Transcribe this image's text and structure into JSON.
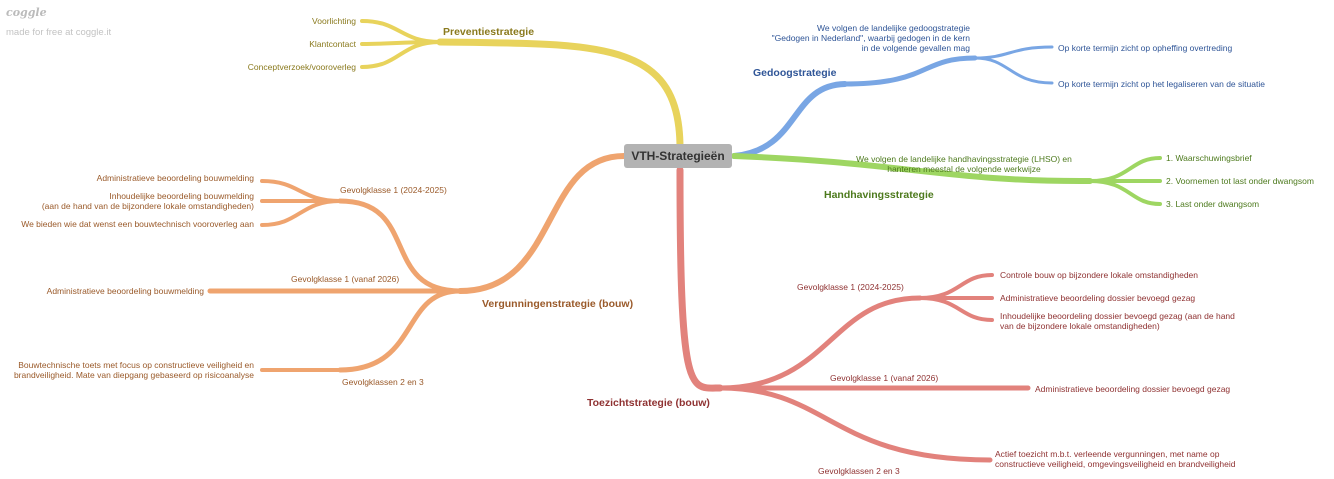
{
  "brand": {
    "logo": "coggle",
    "tagline": "made for free at coggle.it"
  },
  "center": {
    "label": "VTH-Strategieën"
  },
  "colors": {
    "prevention": "#e8d35c",
    "tolerance": "#79a6e4",
    "enforcement": "#9ed662",
    "permits": "#efa46f",
    "supervision": "#e2827c"
  },
  "prevention": {
    "title": "Preventiestrategie",
    "items": [
      "Voorlichting",
      "Klantcontact",
      "Conceptverzoek/vooroverleg"
    ]
  },
  "tolerance": {
    "title": "Gedoogstrategie",
    "note": [
      "We volgen de landelijke gedoogstrategie",
      "\"Gedogen in Nederland\", waarbij gedogen in de kern",
      "in de volgende gevallen mag"
    ],
    "items": [
      "Op korte termijn zicht op opheffing overtreding",
      "Op korte termijn zicht op het legaliseren van de situatie"
    ]
  },
  "enforcement": {
    "title": "Handhavingsstrategie",
    "note": [
      "We volgen de landelijke handhavingsstrategie (LHSO) en",
      "hanteren meestal de volgende werkwijze"
    ],
    "items": [
      "1.  Waarschuwingsbrief",
      "2.  Voornemen tot last onder dwangsom",
      "3.  Last onder dwangsom"
    ]
  },
  "permits": {
    "title": "Vergunningenstrategie (bouw)",
    "groups": [
      {
        "label": "Gevolgklasse 1 (2024-2025)",
        "items": [
          [
            "Administratieve beoordeling bouwmelding"
          ],
          [
            "Inhoudelijke beoordeling bouwmelding",
            "(aan de hand van de bijzondere lokale omstandigheden)"
          ],
          [
            "We bieden wie dat wenst een bouwtechnisch vooroverleg aan"
          ]
        ]
      },
      {
        "label": "Gevolgklasse 1 (vanaf 2026)",
        "items": [
          [
            "Administratieve beoordeling bouwmelding"
          ]
        ]
      },
      {
        "label": "Gevolgklassen 2 en 3",
        "items": [
          [
            "Bouwtechnische toets met focus op constructieve veiligheid en",
            "brandveiligheid. Mate van diepgang gebaseerd op risicoanalyse"
          ]
        ]
      }
    ]
  },
  "supervision": {
    "title": "Toezichtstrategie (bouw)",
    "groups": [
      {
        "label": "Gevolgklasse 1 (2024-2025)",
        "items": [
          [
            "Controle bouw op bijzondere lokale omstandigheden"
          ],
          [
            "Administratieve beoordeling dossier bevoegd gezag"
          ],
          [
            "Inhoudelijke beoordeling dossier bevoegd gezag (aan de hand",
            "van de bijzondere lokale omstandigheden)"
          ]
        ]
      },
      {
        "label": "Gevolgklasse 1 (vanaf 2026)",
        "items": [
          [
            "Administratieve beoordeling dossier bevoegd gezag"
          ]
        ]
      },
      {
        "label": "Gevolgklassen 2 en 3",
        "items": [
          [
            "Actief toezicht m.b.t. verleende vergunningen, met name op",
            "constructieve veiligheid, omgevingsveiligheid en brandveiligheid"
          ]
        ]
      }
    ]
  }
}
